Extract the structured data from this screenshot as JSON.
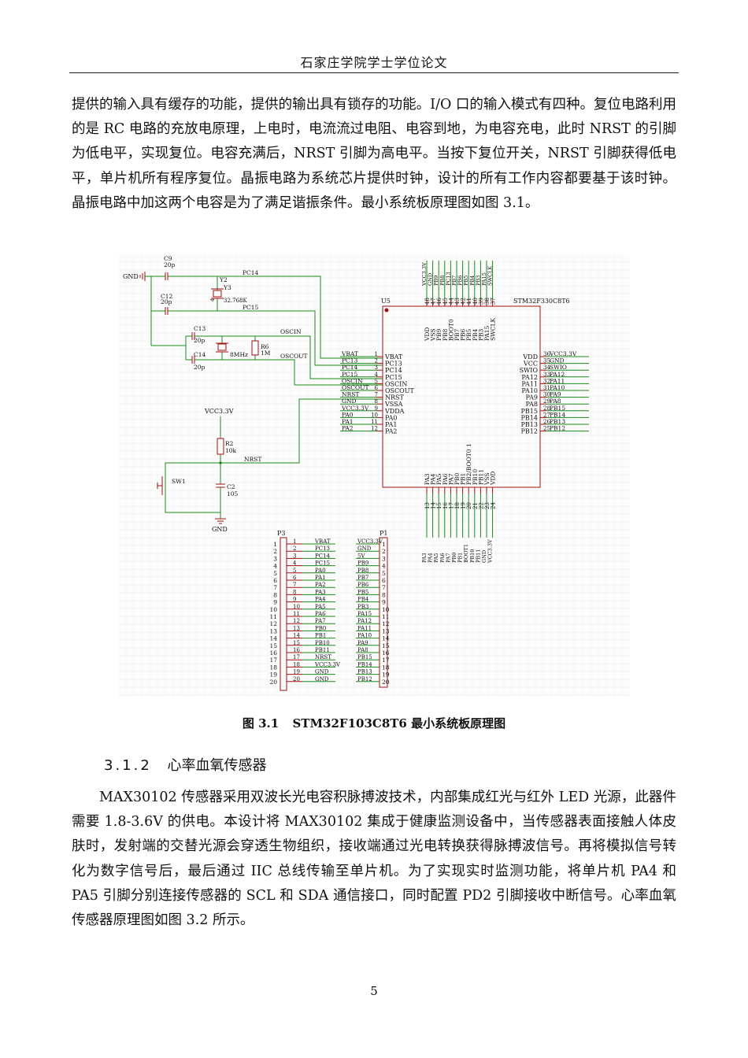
{
  "header": {
    "title": "石家庄学院学士学位论文"
  },
  "paragraphs": [
    "提供的输入具有缓存的功能，提供的输出具有锁存的功能。I/O 口的输入模式有四种。复位电路利用的是 RC 电路的充放电原理，上电时，电流流过电阻、电容到地，为电容充电，此时 NRST 的引脚为低电平，实现复位。电容充满后，NRST 引脚为高电平。当按下复位开关，NRST 引脚获得低电平，单片机所有程序复位。晶振电路为系统芯片提供时钟，设计的所有工作内容都要基于该时钟。晶振电路中加这两个电容是为了满足谐振条件。最小系统板原理图如图 3.1。",
    "MAX30102 传感器采用双波长光电容积脉搏波技术，内部集成红光与红外 LED 光源，此器件需要 1.8-3.6V 的供电。本设计将 MAX30102 集成于健康监测设备中，当传感器表面接触人体皮肤时，发射端的交替光源会穿透生物组织，接收端通过光电转换获得脉搏波信号。再将模拟信号转化为数字信号后，最后通过 IIC 总线传输至单片机。为了实现实时监测功能，将单片机 PA4 和 PA5 引脚分别连接传感器的 SCL 和 SDA 通信接口，同时配置 PD2 引脚接收中断信号。心率血氧传感器原理图如图 3.2 所示。"
  ],
  "figure": {
    "caption_num": "图 3.1",
    "caption_text": "STM32F103C8T6 最小系统板原理图",
    "schematic": {
      "chip_ref": "U5",
      "chip_name": "STM32F330C8T6",
      "left_pins": [
        {
          "num": "1",
          "name": "VBAT",
          "net": "VBAT"
        },
        {
          "num": "2",
          "name": "PC13",
          "net": "PC13"
        },
        {
          "num": "3",
          "name": "PC14",
          "net": "PC14"
        },
        {
          "num": "4",
          "name": "PC15",
          "net": "PC15"
        },
        {
          "num": "5",
          "name": "OSCIN",
          "net": "OSCIN"
        },
        {
          "num": "6",
          "name": "OSCOUT",
          "net": "OSCOUT"
        },
        {
          "num": "7",
          "name": "NRST",
          "net": "NRST"
        },
        {
          "num": "8",
          "name": "VSSA",
          "net": "GND"
        },
        {
          "num": "9",
          "name": "VDDA",
          "net": "VCC3.3V"
        },
        {
          "num": "10",
          "name": "PA0",
          "net": "PA0"
        },
        {
          "num": "11",
          "name": "PA1",
          "net": "PA1"
        },
        {
          "num": "12",
          "name": "PA2",
          "net": "PA2"
        }
      ],
      "right_pins": [
        {
          "num": "36",
          "name": "VDD",
          "net": "VCC3.3V"
        },
        {
          "num": "35",
          "name": "VCC",
          "net": "GND"
        },
        {
          "num": "34",
          "name": "SWIO",
          "net": "SWIO"
        },
        {
          "num": "33",
          "name": "PA12",
          "net": "PA12"
        },
        {
          "num": "32",
          "name": "PA11",
          "net": "PA11"
        },
        {
          "num": "31",
          "name": "PA10",
          "net": "PA10"
        },
        {
          "num": "30",
          "name": "PA9",
          "net": "PA9"
        },
        {
          "num": "29",
          "name": "PA8",
          "net": "PA8"
        },
        {
          "num": "28",
          "name": "PB15",
          "net": "PB15"
        },
        {
          "num": "27",
          "name": "PB14",
          "net": "PB14"
        },
        {
          "num": "26",
          "name": "PB13",
          "net": "PB13"
        },
        {
          "num": "25",
          "name": "PB12",
          "net": "PB12"
        }
      ],
      "top_pins": [
        {
          "num": "48",
          "name": "VDD",
          "net": "VCC3.3V"
        },
        {
          "num": "47",
          "name": "VSS",
          "net": "GND"
        },
        {
          "num": "46",
          "name": "PB9",
          "net": "PB9"
        },
        {
          "num": "45",
          "name": "PB8",
          "net": "PB8"
        },
        {
          "num": "44",
          "name": "BOOT0",
          "net": "PC13"
        },
        {
          "num": "43",
          "name": "PB7",
          "net": "PB7"
        },
        {
          "num": "42",
          "name": "PB6",
          "net": "PB6"
        },
        {
          "num": "41",
          "name": "PB5",
          "net": "PB5"
        },
        {
          "num": "40",
          "name": "PB4",
          "net": "PB4"
        },
        {
          "num": "39",
          "name": "PB3",
          "net": "PB3"
        },
        {
          "num": "38",
          "name": "PA15",
          "net": "PA15"
        },
        {
          "num": "37",
          "name": "SWCLK",
          "net": "SWCLK"
        }
      ],
      "bottom_pins": [
        {
          "num": "13",
          "name": "PA3",
          "net": "PA3"
        },
        {
          "num": "14",
          "name": "PA4",
          "net": "PA4"
        },
        {
          "num": "15",
          "name": "PA5",
          "net": "PA5"
        },
        {
          "num": "16",
          "name": "PA6",
          "net": "PA6"
        },
        {
          "num": "17",
          "name": "PA7",
          "net": "PA7"
        },
        {
          "num": "18",
          "name": "PB0",
          "net": "PB0"
        },
        {
          "num": "19",
          "name": "PB1",
          "net": "PB1"
        },
        {
          "num": "20",
          "name": "PB2/BOOT0 1",
          "net": "BOOT1"
        },
        {
          "num": "21",
          "name": "PB10",
          "net": "PB10"
        },
        {
          "num": "22",
          "name": "PB11",
          "net": "PB11"
        },
        {
          "num": "23",
          "name": "VSS",
          "net": "GND"
        },
        {
          "num": "24",
          "name": "VDD",
          "net": "VCC3.3V"
        }
      ],
      "osc": {
        "c9": "C9",
        "c9v": "20p",
        "c12": "C12",
        "c12v": "20p",
        "y2": "Y2",
        "y3": "Y3",
        "y3v": "32.768K",
        "c13": "C13",
        "c13v": "20p",
        "c14": "C14",
        "c14v": "20p",
        "xtal": "8MHz",
        "r6": "R6",
        "r6v": "1M",
        "net_pc14": "PC14",
        "net_pc15": "PC15",
        "net_oscin": "OSCIN",
        "net_oscout": "OSCOUT",
        "gnd": "GND",
        "pin4": "4"
      },
      "reset": {
        "vcc": "VCC3.3V",
        "r2": "R2",
        "r2v": "10k",
        "net": "NRST",
        "sw": "SW1",
        "c2": "C2",
        "c2v": "105",
        "gnd": "GND"
      },
      "p3": {
        "ref": "P3",
        "nets": [
          "VBAT",
          "PC13",
          "PC14",
          "PC15",
          "PA0",
          "PA1",
          "PA2",
          "PA3",
          "PA4",
          "PA5",
          "PA6",
          "PA7",
          "PB0",
          "PB1",
          "PB10",
          "PB11",
          "NRST",
          "VCC3.3V",
          "GND",
          "GND"
        ]
      },
      "p1": {
        "ref": "P1",
        "nets": [
          "VCC3.3V",
          "GND",
          "5V",
          "PB9",
          "PB8",
          "PB7",
          "PB6",
          "PB5",
          "PB4",
          "PB3",
          "PA15",
          "PA12",
          "PA11",
          "PA10",
          "PA9",
          "PA8",
          "PB15",
          "PB14",
          "PB13",
          "PB12"
        ]
      }
    }
  },
  "section": {
    "number": "3.1.2",
    "title": "心率血氧传感器"
  },
  "page_number": "5"
}
